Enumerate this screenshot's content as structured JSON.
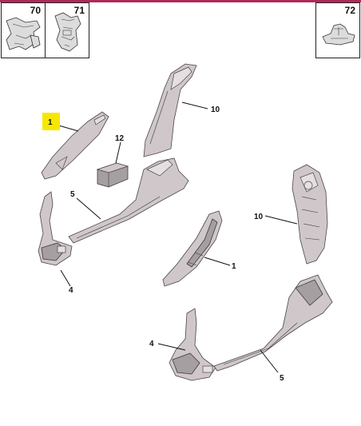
{
  "insets": [
    {
      "id": "70",
      "label": "70"
    },
    {
      "id": "71",
      "label": "71"
    },
    {
      "id": "72",
      "label": "72"
    }
  ],
  "callouts": {
    "c1_top": "1",
    "c12": "12",
    "c10_top": "10",
    "c5_left": "5",
    "c4_left": "4",
    "c10_right": "10",
    "c1_mid": "1",
    "c4_bottom": "4",
    "c5_bottom": "5"
  },
  "colors": {
    "accent_bar": "#b0285a",
    "highlight": "#f7e700"
  }
}
